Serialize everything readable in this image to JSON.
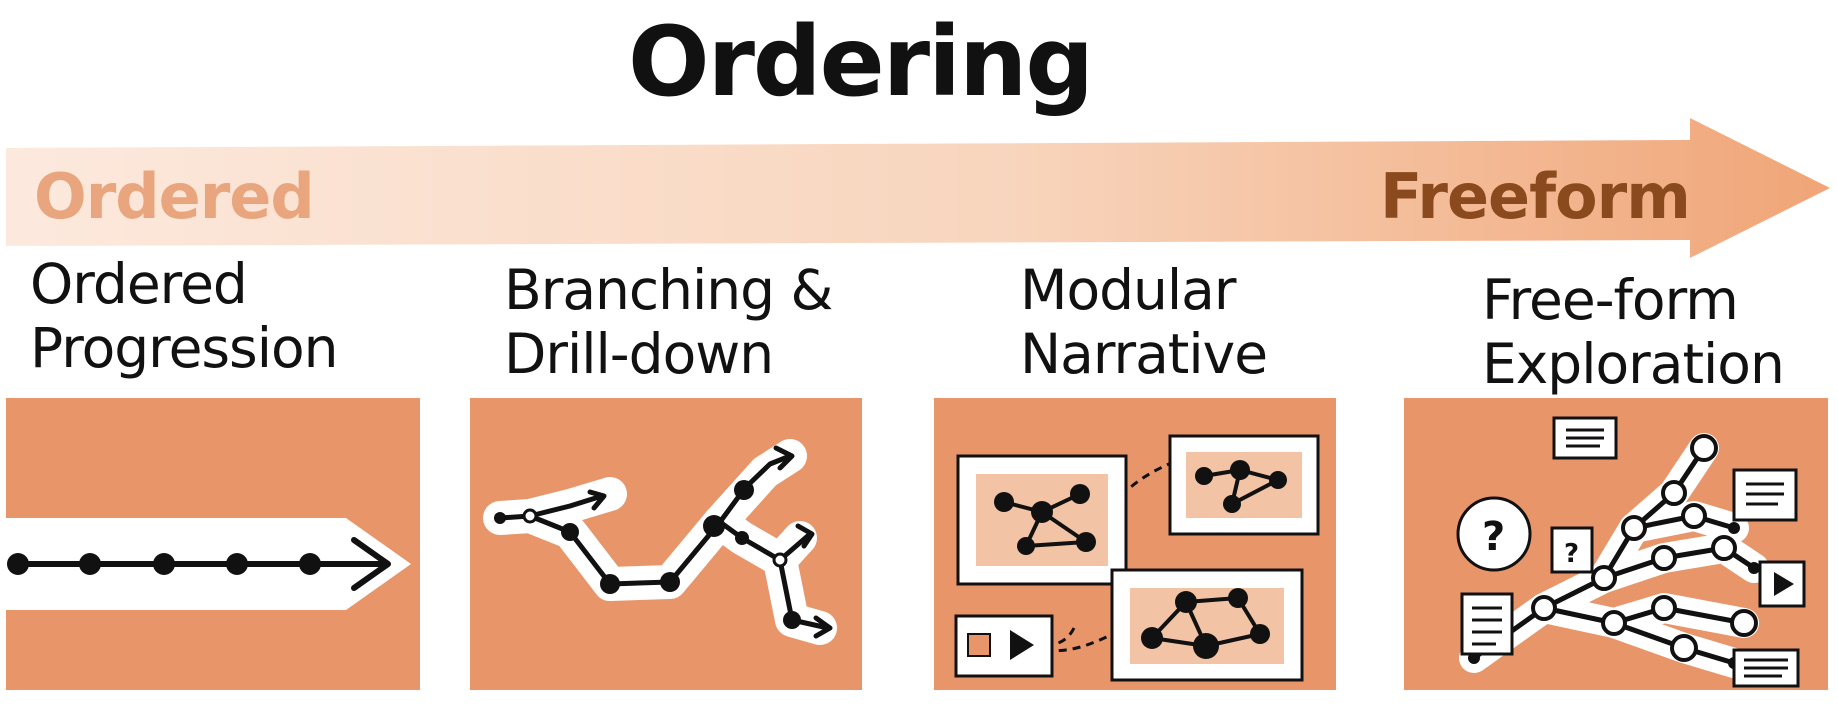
{
  "title": "Ordering",
  "axis": {
    "left_label": "Ordered",
    "right_label": "Freeform"
  },
  "panels": [
    {
      "line1": "Ordered",
      "line2": "Progression",
      "icon": "linear-path-illustration"
    },
    {
      "line1": "Branching &",
      "line2": "Drill-down",
      "icon": "branching-path-illustration"
    },
    {
      "line1": "Modular",
      "line2": "Narrative",
      "icon": "modular-cards-illustration"
    },
    {
      "line1": "Free-form",
      "line2": "Exploration",
      "icon": "freeform-network-illustration"
    }
  ],
  "colors": {
    "panel": "#e8956a",
    "arrow_light": "#fbe6d8",
    "arrow_dark": "#eea67d",
    "ink": "#111111"
  }
}
